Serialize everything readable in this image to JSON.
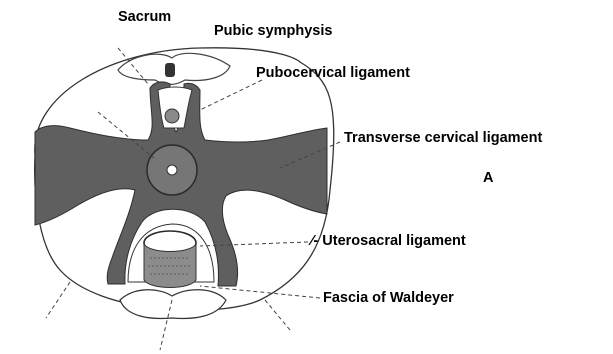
{
  "labels": {
    "sacrum": "Sacrum",
    "pubic_symphysis": "Pubic symphysis",
    "pubocervical_ligament": "Pubocervical ligament",
    "transverse_cervical_ligament": "Transverse cervical ligament",
    "marker_a": "A",
    "uterosacral_ligament": "⁄- Uterosacral ligament",
    "fascia_of_waldeyer": "Fascia of Waldeyer"
  },
  "colors": {
    "ligament_fill": "#5f5f5f",
    "cervix_fill": "#767676",
    "outline": "#333333",
    "background": "#ffffff"
  }
}
